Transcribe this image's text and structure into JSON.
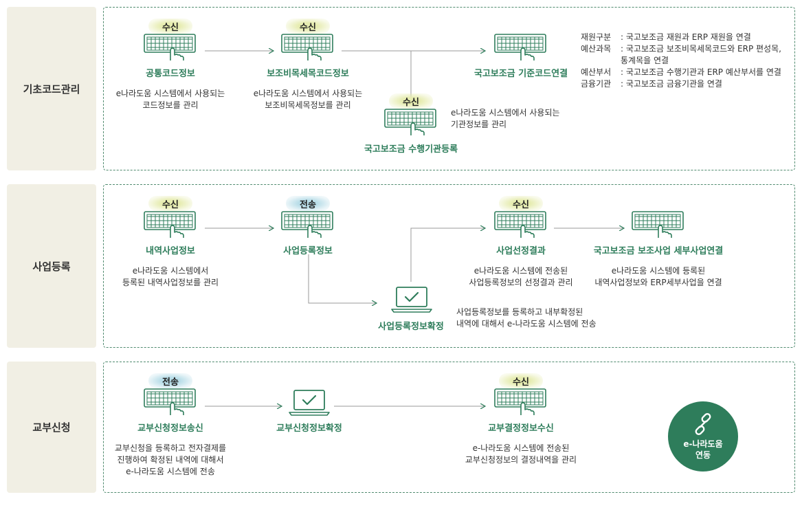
{
  "sections": {
    "basic": {
      "label": "기초코드관리",
      "nodes": {
        "common": {
          "badge": "수신",
          "title": "공통코드정보",
          "desc1": "e나라도움 시스템에서 사용되는",
          "desc2": "코드정보를 관리"
        },
        "subsidy_item": {
          "badge": "수신",
          "title": "보조비목세목코드정보",
          "desc1": "e나라도움 시스템에서 사용되는",
          "desc2": "보조비목세목정보를 관리"
        },
        "base_code": {
          "title": "국고보조금 기준코드연결"
        },
        "agency": {
          "badge": "수신",
          "title": "국고보조금 수행기관등록",
          "desc1": "e나라도움 시스템에서 사용되는",
          "desc2": "기관정보를 관리"
        }
      },
      "legend": [
        {
          "key": "재원구분",
          "val": ": 국고보조금 재원과 ERP 재원을 연결"
        },
        {
          "key": "예산과목",
          "val": ": 국고보조금 보조비목세목코드와 ERP 편성목,"
        },
        {
          "key": "",
          "val": "  통계목을 연결"
        },
        {
          "key": "예산부서",
          "val": ": 국고보조금 수행기관과 ERP 예산부서를 연결"
        },
        {
          "key": "금융기관",
          "val": ": 국고보조금 금융기관을 연결"
        }
      ]
    },
    "project": {
      "label": "사업등록",
      "nodes": {
        "detail": {
          "badge": "수신",
          "title": "내역사업정보",
          "desc1": "e나라도움 시스템에서",
          "desc2": "등록된 내역사업정보를 관리"
        },
        "register": {
          "badge": "전송",
          "title": "사업등록정보"
        },
        "confirm": {
          "title": "사업등록정보확정",
          "desc1": "사업등록정보를 등록하고 내부확정된",
          "desc2": "내역에 대해서 e-나라도움 시스템에 전송"
        },
        "select": {
          "badge": "수신",
          "title": "사업선정결과",
          "desc1": "e나라도움 시스템에 전송된",
          "desc2": "사업등록정보의 선정결과 관리"
        },
        "link": {
          "title": "국고보조금 보조사업 세부사업연결",
          "desc1": "e나라도움 시스템에 등록된",
          "desc2": "내역사업정보와 ERP세부사업을 연결"
        }
      }
    },
    "grant": {
      "label": "교부신청",
      "nodes": {
        "send": {
          "badge": "전송",
          "title": "교부신청정보송신",
          "desc1": "교부신청을 등록하고 전자결제를",
          "desc2": "진행하여 확정된 내역에 대해서",
          "desc3": "e-나라도움 시스템에 전송"
        },
        "confirm": {
          "title": "교부신청정보확정"
        },
        "receive": {
          "badge": "수신",
          "title": "교부결정정보수신",
          "desc1": "e-나라도움 시스템에 전송된",
          "desc2": "교부신청정보의 결정내역을 관리"
        }
      },
      "circle": {
        "line1": "e-나라도움",
        "line2": "연동",
        "icon": "link-icon"
      }
    }
  },
  "colors": {
    "accent": "#2e7d5b",
    "side_bg": "#f1efe4",
    "badge_recv": "#e6ecb0",
    "badge_send": "#b8dde8"
  }
}
